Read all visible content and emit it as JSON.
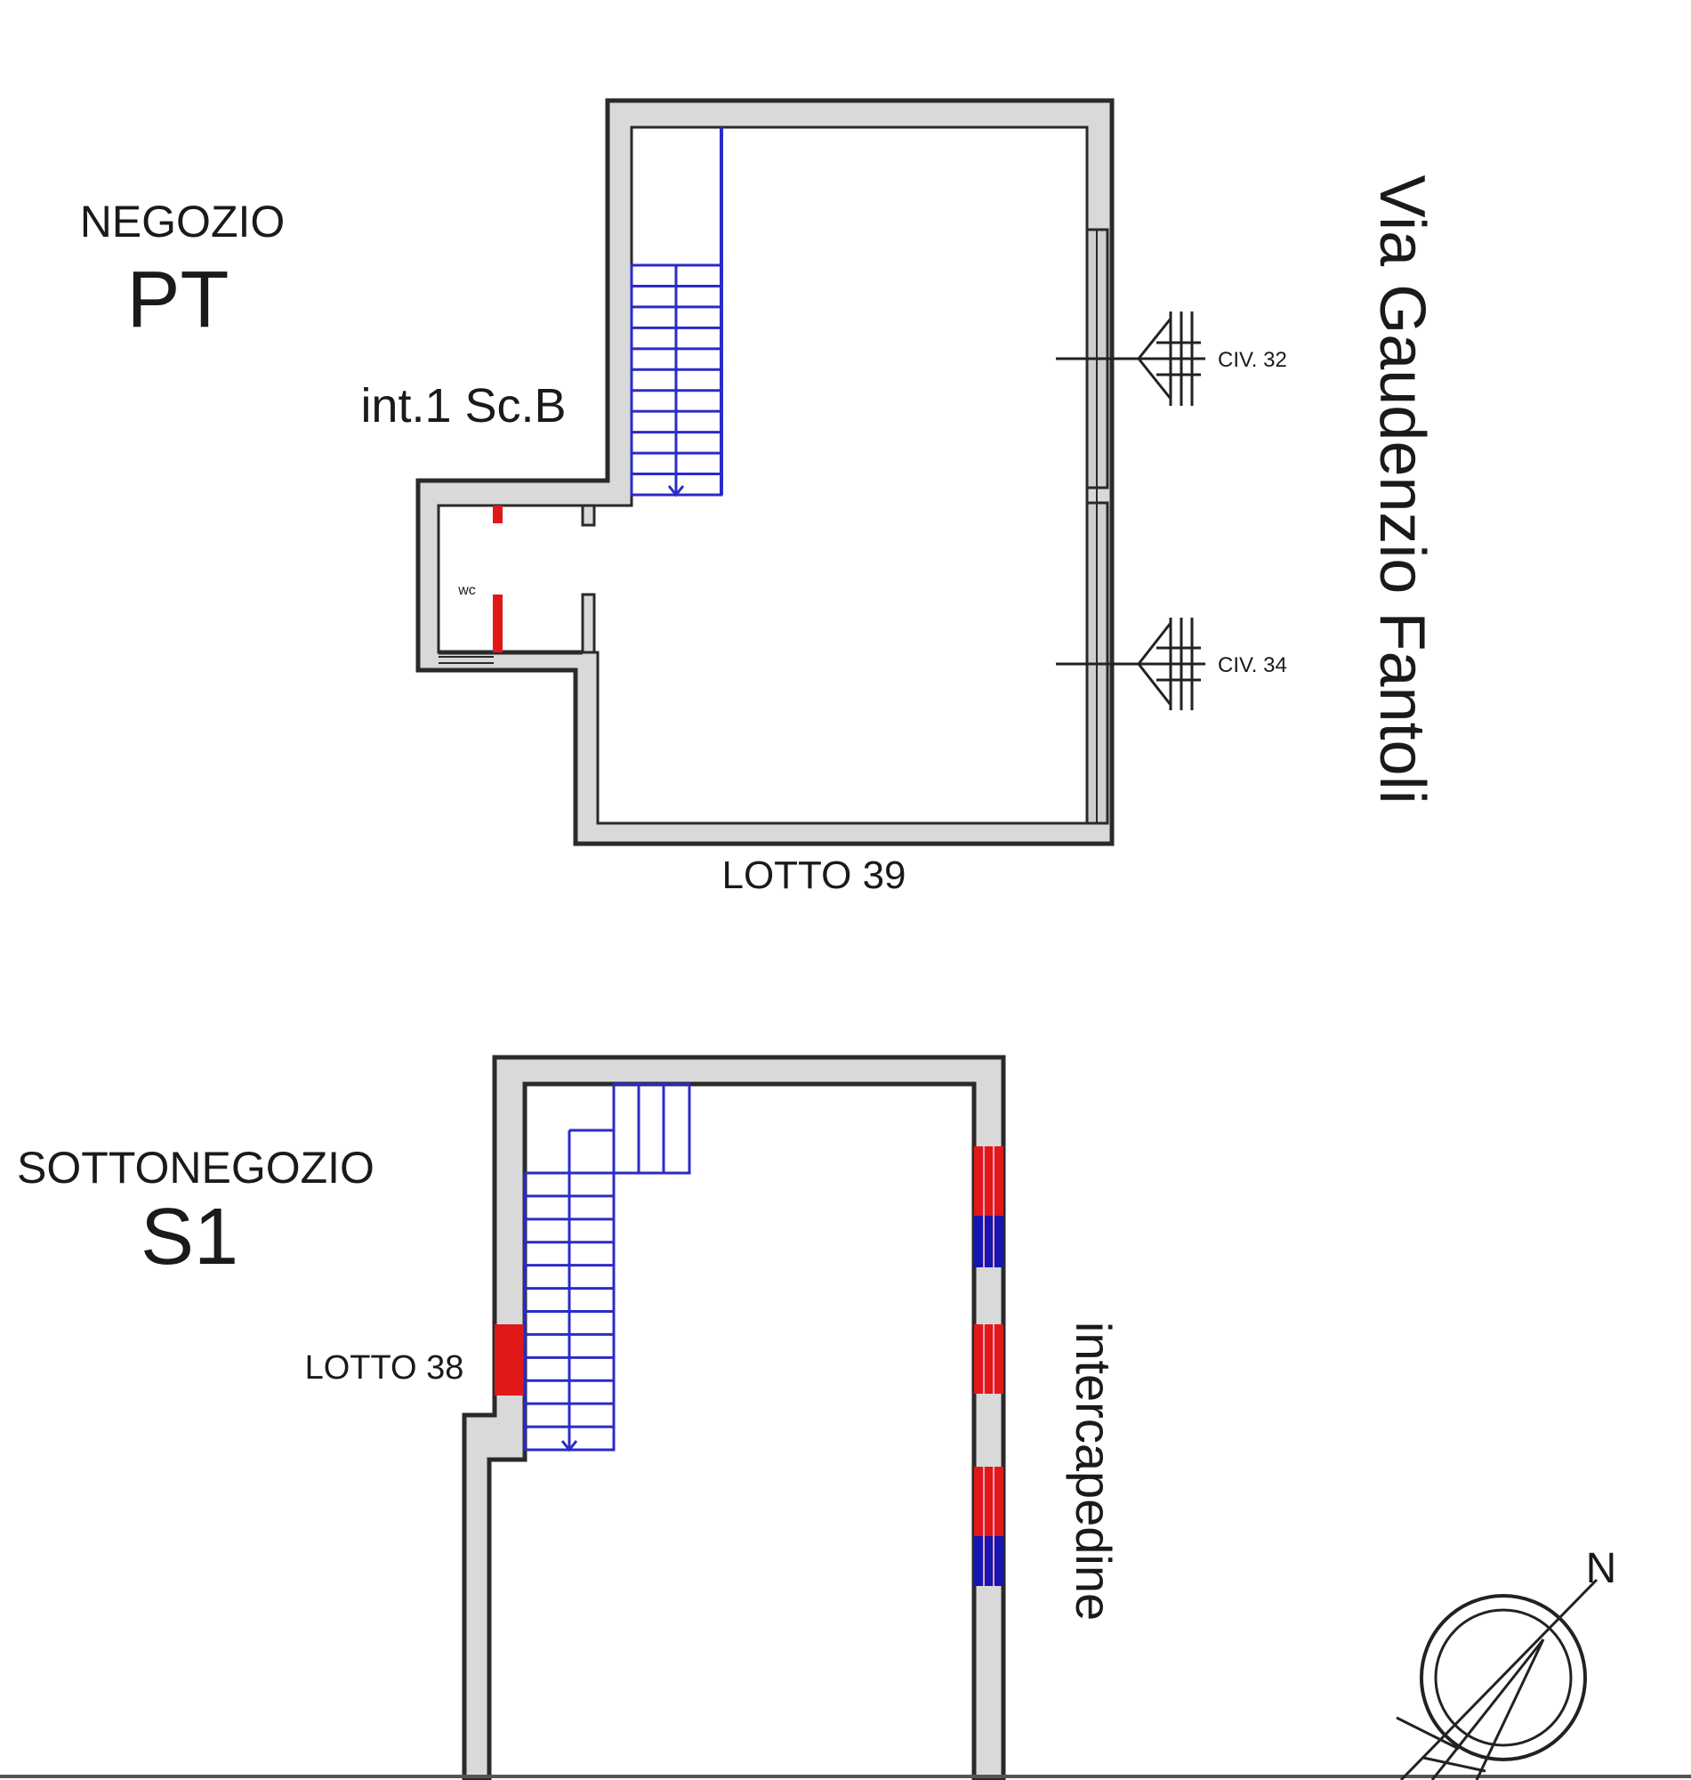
{
  "ground_floor": {
    "title": "NEGOZIO",
    "level": "PT",
    "unit": "int.1 Sc.B",
    "wc": "wc",
    "lot_below": "LOTTO 39",
    "street": "Via Gaudenzio Fantoli",
    "entrances": [
      "CIV. 32",
      "CIV. 34"
    ]
  },
  "basement": {
    "title": "SOTTONEGOZIO",
    "level": "S1",
    "lot_left": "LOTTO 38",
    "cavity": "intercapedine"
  },
  "compass": {
    "north": "N"
  },
  "colors": {
    "stair": "#2b2bc8",
    "wall": "#d9d9d9",
    "red_marker": "#e01818",
    "blue_marker": "#1515b0"
  }
}
